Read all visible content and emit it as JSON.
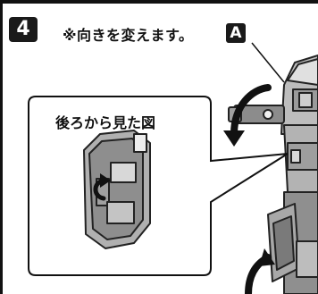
{
  "step": {
    "number": "4"
  },
  "instruction": {
    "text": "※向きを変えます。",
    "part_letter": "A"
  },
  "inset": {
    "caption": "後ろから見た図"
  },
  "colors": {
    "ink": "#1a1a1a",
    "part_gray": "#a8a8a8",
    "part_dark": "#777777",
    "part_light": "#d9d9d9"
  }
}
